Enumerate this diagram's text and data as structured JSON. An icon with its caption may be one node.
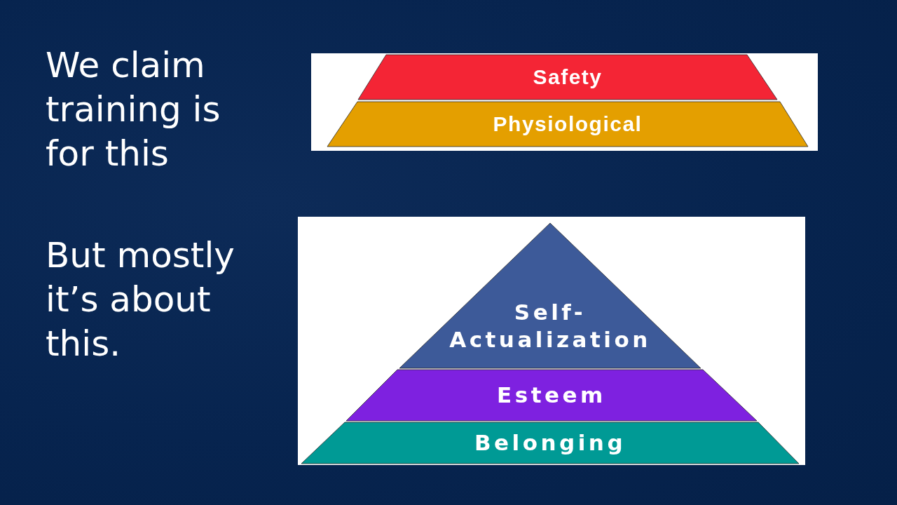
{
  "diagram": {
    "nodes": [
      {
        "text": [
          "Safety"
        ]
      },
      {
        "text": [
          "Physiological"
        ]
      },
      {
        "text": [
          "Self-Actualization"
        ]
      },
      {
        "text": [
          "Esteem"
        ]
      },
      {
        "text": [
          "Belonging"
        ]
      }
    ],
    "labels": [
      "We claim training is for this",
      "But mostly it’s about this."
    ]
  }
}
